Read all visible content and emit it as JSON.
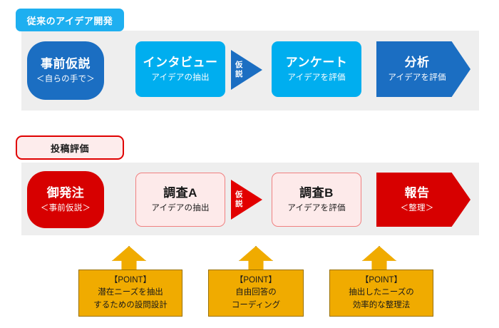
{
  "rows": [
    {
      "tab_label": "従来のアイデア開発",
      "accent": "#1eaff0",
      "nodes": [
        {
          "title": "事前仮説",
          "sub": "＜自らの手で＞"
        },
        {
          "title": "インタビュー",
          "sub": "アイデアの抽出"
        },
        {
          "title": "アンケート",
          "sub": "アイデアを評価"
        },
        {
          "title": "分析",
          "sub": "アイデアを評価"
        }
      ],
      "connectors": [
        {
          "line1": "仮",
          "line2": "説"
        }
      ]
    },
    {
      "tab_label": "投稿評価",
      "accent": "#e00000",
      "nodes": [
        {
          "title": "御発注",
          "sub": "＜事前仮説＞"
        },
        {
          "title": "調査A",
          "sub": "アイデアの抽出"
        },
        {
          "title": "調査B",
          "sub": "アイデアを評価"
        },
        {
          "title": "報告",
          "sub": "＜整理＞"
        }
      ],
      "connectors": [
        {
          "line1": "仮",
          "line2": "説"
        }
      ]
    }
  ],
  "points": [
    {
      "heading": "【POINT】",
      "line1": "潜在ニーズを抽出",
      "line2": "するための設問設計"
    },
    {
      "heading": "【POINT】",
      "line1": "自由回答の",
      "line2": "コーディング"
    },
    {
      "heading": "【POINT】",
      "line1": "抽出したニーズの",
      "line2": "効率的な整理法"
    }
  ],
  "colors": {
    "band": "#eeeeee",
    "dark_blue": "#1b6ec2",
    "light_blue": "#00aeef",
    "red": "#d70000",
    "pink": "#fdeaea",
    "gold": "#f0ab00"
  }
}
